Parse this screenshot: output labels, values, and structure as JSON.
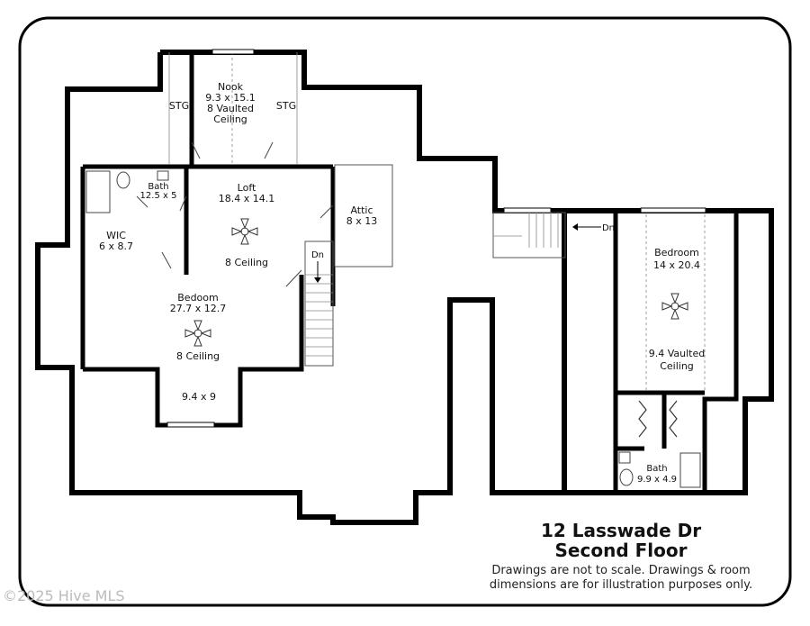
{
  "plan": {
    "address": "12 Lasswade Dr",
    "floor": "Second Floor",
    "disclaimer_line1": "Drawings are not to scale. Drawings & room",
    "disclaimer_line2": "dimensions are for illustration purposes only.",
    "copyright": "©2025 Hive MLS"
  },
  "rooms": {
    "nook": {
      "name": "Nook",
      "dims": "9.3 x 15.1",
      "ceiling1": "8 Vaulted",
      "ceiling2": "Ceiling"
    },
    "stg_left": {
      "name": "STG"
    },
    "stg_right": {
      "name": "STG"
    },
    "bath1": {
      "name": "Bath",
      "dims": "12.5 x 5"
    },
    "loft": {
      "name": "Loft",
      "dims": "18.4 x 14.1",
      "ceiling": "8 Ceiling"
    },
    "attic": {
      "name": "Attic",
      "dims": "8 x 13"
    },
    "wic": {
      "name": "WIC",
      "dims": "6 x 8.7"
    },
    "bedroom1": {
      "name": "Bedoom",
      "dims": "27.7 x 12.7",
      "ceiling": "8 Ceiling",
      "alcove": "9.4 x 9"
    },
    "bedroom2": {
      "name": "Bedroom",
      "dims": "14 x 20.4",
      "ceiling1": "9.4 Vaulted",
      "ceiling2": "Ceiling"
    },
    "bath2": {
      "name": "Bath",
      "dims": "9.9 x 4.9"
    },
    "stairs1": {
      "label": "Dn"
    },
    "stairs2": {
      "label": "Dn"
    }
  }
}
